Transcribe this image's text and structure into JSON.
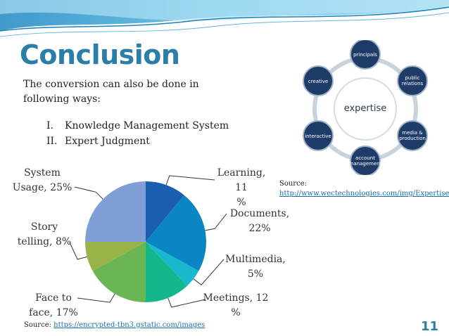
{
  "slide": {
    "title": "Conclusion",
    "intro": "The conversion can also be done in following ways:",
    "list": [
      {
        "num": "I.",
        "text": "Knowledge Management System"
      },
      {
        "num": "II.",
        "text": "Expert Judgment"
      }
    ],
    "source_right_label": "Source:",
    "source_right_url": "http://www.wectechnologies.com/img/Expertise.gif",
    "source_bottom_label": "Source:",
    "source_bottom_url": "https://encrypted-tbn3.gstatic.com/images",
    "page_number": "11"
  },
  "diagram": {
    "center": "expertise",
    "nodes": [
      "principals",
      "public relations",
      "media & production",
      "account management",
      "interactive",
      "creative"
    ]
  },
  "chart_data": {
    "type": "pie",
    "categories": [
      "Learning",
      "Documents",
      "Multimedia",
      "Meetings",
      "Face to face",
      "Story telling",
      "System Usage"
    ],
    "values": [
      11,
      22,
      5,
      12,
      17,
      8,
      25
    ],
    "colors": [
      "#1a5fb0",
      "#0b86c4",
      "#19b8cc",
      "#12b889",
      "#6ab655",
      "#99b446",
      "#7f9fd6"
    ],
    "labels": [
      [
        "Learning, 11",
        "%"
      ],
      [
        "Documents,",
        "22%"
      ],
      [
        "Multimedia,",
        "5%"
      ],
      [
        "Meetings, 12",
        "%"
      ],
      [
        "Face to",
        "face, 17%"
      ],
      [
        "Story",
        "telling, 8%"
      ],
      [
        "System",
        "Usage, 25%"
      ]
    ]
  }
}
